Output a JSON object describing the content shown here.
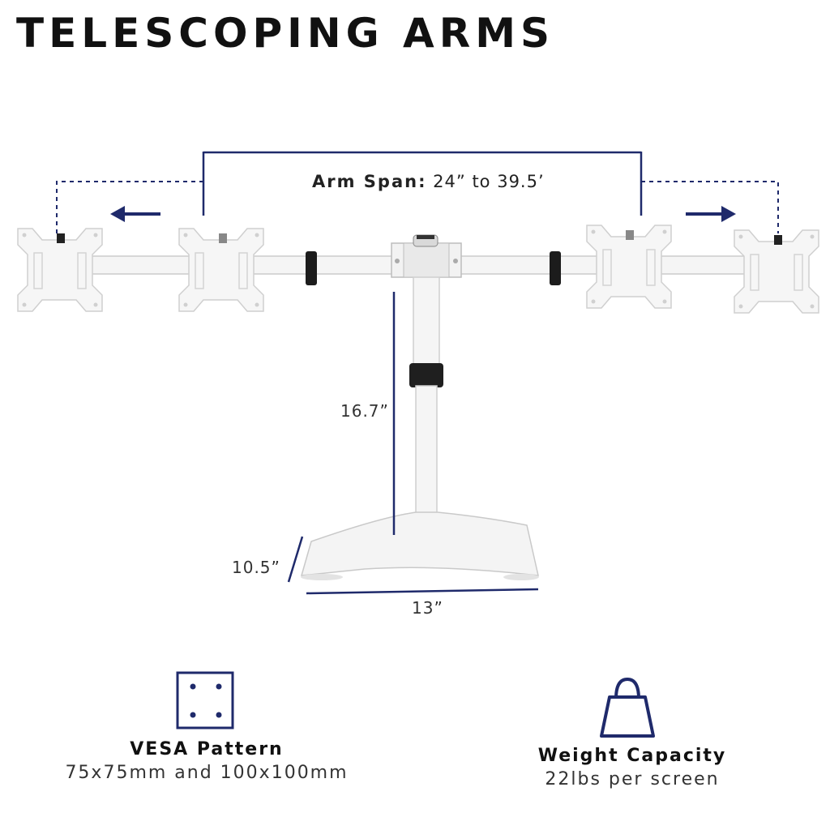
{
  "title": "TELESCOPING ARMS",
  "arm_span": {
    "label": "Arm Span:",
    "value": "24” to 39.5’"
  },
  "dimensions": {
    "height": "16.7”",
    "depth": "10.5”",
    "width": "13”"
  },
  "features": [
    {
      "title": "VESA Pattern",
      "detail": "75x75mm and 100x100mm",
      "icon": "vesa-pattern-icon"
    },
    {
      "title": "Weight Capacity",
      "detail": "22lbs per screen",
      "icon": "weight-icon"
    }
  ],
  "colors": {
    "accent": "#1f2a6b",
    "product": "#f4f4f4",
    "product_edge": "#c9c9c9",
    "text": "#111111"
  }
}
